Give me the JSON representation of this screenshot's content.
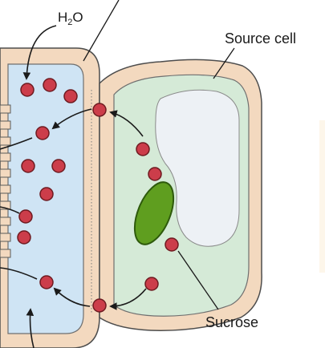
{
  "labels": {
    "water_main": "H",
    "water_sub": "2",
    "water_tail": "O",
    "source_cell": "Source cell",
    "sucrose": "Sucrose"
  },
  "colors": {
    "wall": "#f3d9bf",
    "wall_outline": "#4d4d4d",
    "sieve_fill": "#cfe4f4",
    "cytoplasm": "#d5ead7",
    "vacuole": "#edf1f5",
    "chloroplast": "#5f9e1f",
    "chloroplast_dark": "#2e5a0c",
    "sucrose": "#cc3d4a",
    "sucrose_outline": "#6e1a20",
    "arrow": "#1a1a1a"
  },
  "icons": [
    "sucrose-molecule",
    "chloroplast",
    "vacuole",
    "plasmodesma-channel"
  ]
}
